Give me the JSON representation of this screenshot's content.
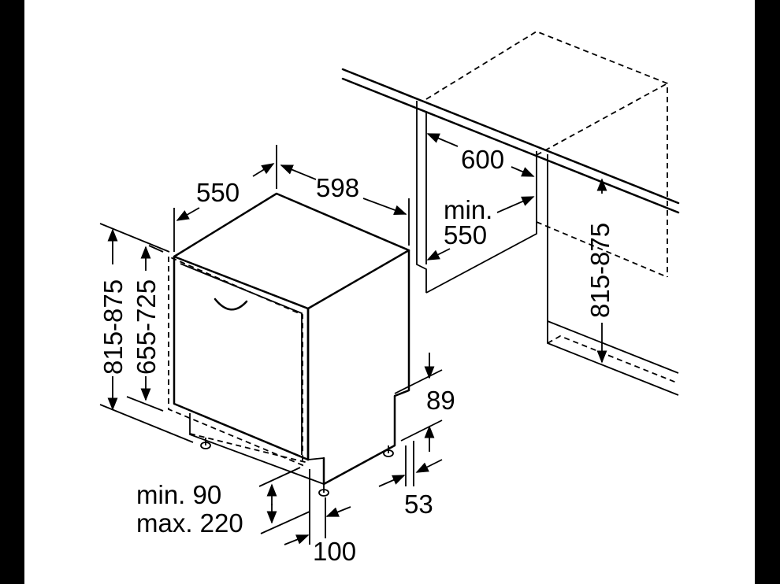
{
  "labels": {
    "depth": "550",
    "width": "598",
    "cabinet_width": "600",
    "min_depth_line1": "min.",
    "min_depth_line2": "550",
    "niche_height_right": "815-875",
    "niche_height_left": "815-875",
    "door_height": "655-725",
    "plinth_height": "89",
    "plinth_offset": "53",
    "foot_height_line1": "min. 90",
    "foot_height_line2": "max. 220",
    "foot_depth": "100"
  },
  "colors": {
    "ink": "#000000",
    "background": "#ffffff",
    "frame": "#000000"
  }
}
